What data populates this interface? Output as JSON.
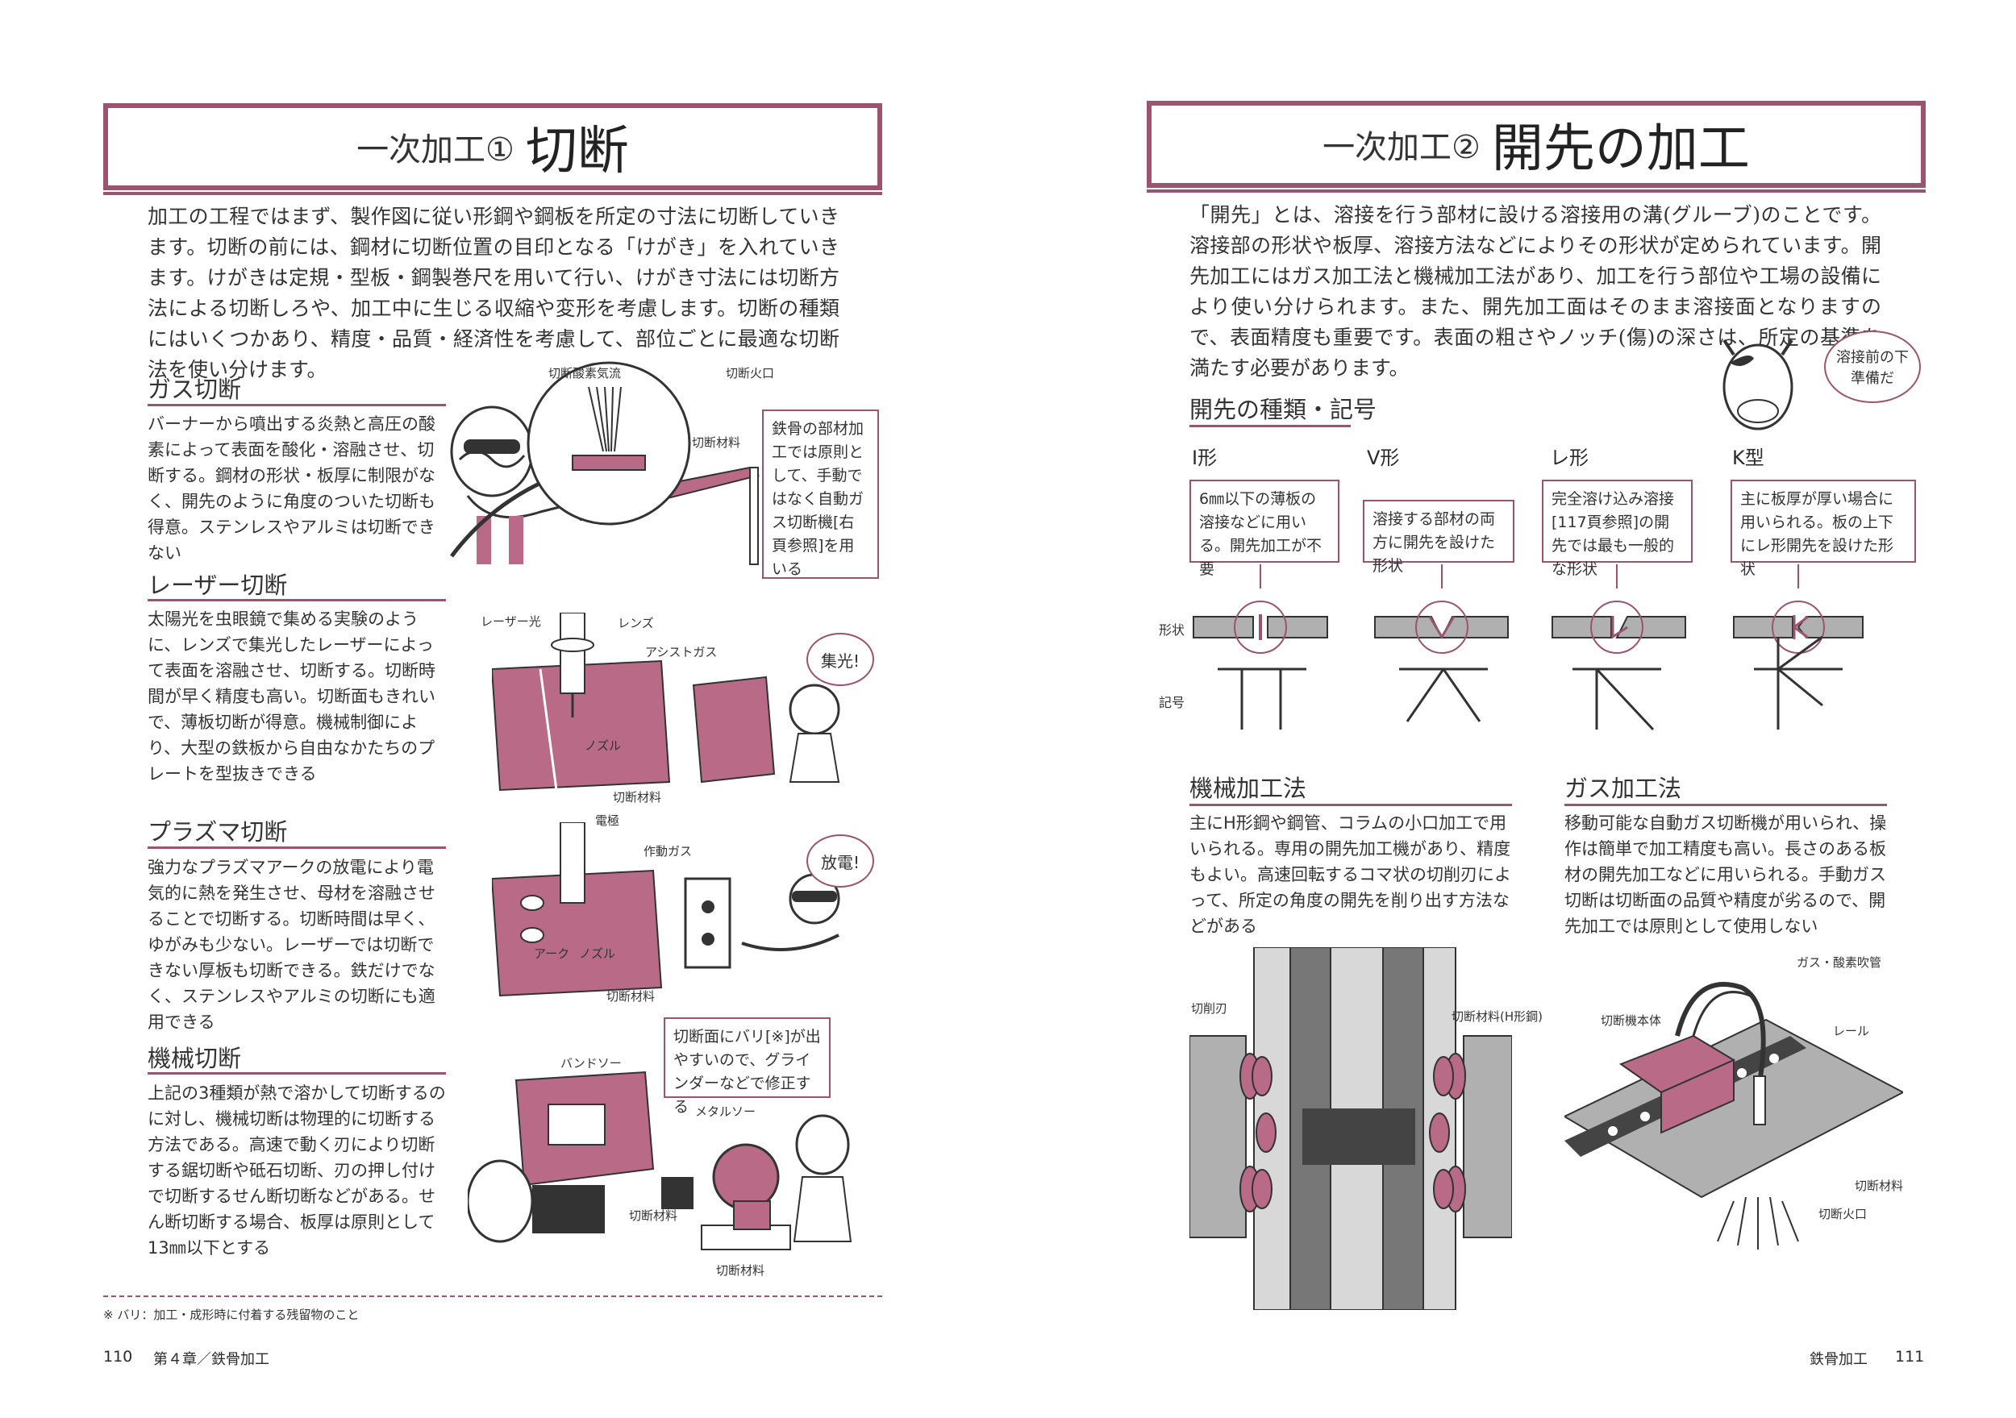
{
  "left": {
    "title_prefix": "一次加工①",
    "title_main": "切断",
    "intro": "加工の工程ではまず、製作図に従い形鋼や鋼板を所定の寸法に切断していきます。切断の前には、鋼材に切断位置の目印となる「けがき」を入れていきます。けがきは定規・型板・鋼製巻尺を用いて行い、けがき寸法には切断方法による切断しろや、加工中に生じる収縮や変形を考慮します。切断の種類にはいくつかあり、精度・品質・経済性を考慮して、部位ごとに最適な切断法を使い分けます。",
    "sections": [
      {
        "heading": "ガス切断",
        "text": "バーナーから噴出する炎熱と高圧の酸素によって表面を酸化・溶融させ、切断する。鋼材の形状・板厚に制限がなく、開先のように角度のついた切断も得意。ステンレスやアルミは切断できない"
      },
      {
        "heading": "レーザー切断",
        "text": "太陽光を虫眼鏡で集める実験のように、レンズで集光したレーザーによって表面を溶融させ、切断する。切断時間が早く精度も高い。切断面もきれいで、薄板切断が得意。機械制御により、大型の鉄板から自由なかたちのプレートを型抜きできる"
      },
      {
        "heading": "プラズマ切断",
        "text": "強力なプラズマアークの放電により電気的に熱を発生させ、母材を溶融させることで切断する。切断時間は早く、ゆがみも少ない。レーザーでは切断できない厚板も切断できる。鉄だけでなく、ステンレスやアルミの切断にも適用できる"
      },
      {
        "heading": "機械切断",
        "text": "上記の3種類が熱で溶かして切断するのに対し、機械切断は物理的に切断する方法である。高速で動く刃により切断する鋸切断や砥石切断、刃の押し付けで切断するせん断切断などがある。せん断切断する場合、板厚は原則として13㎜以下とする"
      }
    ],
    "gas_labels": {
      "oxygen": "切断酸素気流",
      "flame": "切断火口",
      "material": "切断材料"
    },
    "gas_note": "鉄骨の部材加工では原則として、手動ではなく自動ガス切断機[右頁参照]を用いる",
    "laser_labels": {
      "light": "レーザー光",
      "lens": "レンズ",
      "assist": "アシストガス",
      "nozzle": "ノズル",
      "material": "切断材料"
    },
    "laser_bubble": "集光!",
    "plasma_labels": {
      "electrode": "電極",
      "gas": "作動ガス",
      "arc": "アーク",
      "nozzle": "ノズル",
      "material": "切断材料"
    },
    "plasma_bubble": "放電!",
    "mech_labels": {
      "bandsaw": "バンドソー",
      "metalsaw": "メタルソー",
      "material1": "切断材料",
      "material2": "切断材料"
    },
    "mech_note": "切断面にバリ[※]が出やすいので、グラインダーなどで修正する",
    "footnote": "※ バリ：加工・成形時に付着する残留物のこと",
    "page_number": "110",
    "chapter": "第４章／鉄骨加工"
  },
  "right": {
    "title_prefix": "一次加工②",
    "title_main": "開先の加工",
    "intro": "「開先」とは、溶接を行う部材に設ける溶接用の溝(グルーブ)のことです。溶接部の形状や板厚、溶接方法などによりその形状が定められています。開先加工にはガス加工法と機械加工法があり、加工を行う部位や工場の設備により使い分けられます。また、開先加工面はそのまま溶接面となりますので、表面精度も重要です。表面の粗さやノッチ(傷)の深さは、所定の基準を満たす必要があります。",
    "cow_bubble": "溶接前の下準備だ",
    "types_heading": "開先の種類・記号",
    "row_shape": "形状",
    "row_symbol": "記号",
    "types": [
      {
        "name": "I形",
        "desc": "6㎜以下の薄板の溶接などに用いる。開先加工が不要"
      },
      {
        "name": "V形",
        "desc": "溶接する部材の両方に開先を設けた形状"
      },
      {
        "name": "レ形",
        "desc": "完全溶け込み溶接[117頁参照]の開先では最も一般的な形状"
      },
      {
        "name": "K型",
        "desc": "主に板厚が厚い場合に用いられる。板の上下にレ形開先を設けた形状"
      }
    ],
    "machine_heading": "機械加工法",
    "machine_text": "主にH形鋼や鋼管、コラムの小口加工で用いられる。専用の開先加工機があり、精度もよい。高速回転するコマ状の切削刃によって、所定の角度の開先を削り出す方法などがある",
    "machine_labels": {
      "blade": "切削刃",
      "material": "切断材料(H形鋼)"
    },
    "gas_heading": "ガス加工法",
    "gas_text": "移動可能な自動ガス切断機が用いられ、操作は簡単で加工精度も高い。長さのある板材の開先加工などに用いられる。手動ガス切断は切断面の品質や精度が劣るので、開先加工では原則として使用しない",
    "gas_labels": {
      "pipe": "ガス・酸素吹管",
      "body": "切断機本体",
      "rail": "レール",
      "material": "切断材料",
      "tip": "切断火口"
    },
    "page_number": "111",
    "chapter": "鉄骨加工"
  },
  "colors": {
    "accent": "#9b5470",
    "fill": "#b86a86",
    "gray": "#a9a9a9"
  }
}
